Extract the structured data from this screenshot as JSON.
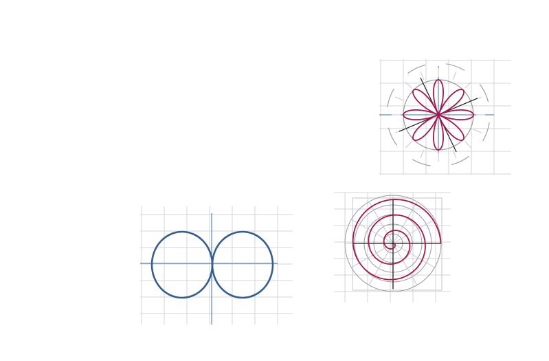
{
  "colors": {
    "background": "#ffffff",
    "grid": "#d6d6d6",
    "axis_blue": "#3d6fa6",
    "axis_black": "#1a1a1a",
    "rose_curve": "#a8154b",
    "circle_gray": "#9a9a9a",
    "lemniscate_curve": "#345d90",
    "spiral_curve": "#a8154b"
  },
  "figures": [
    {
      "id": "rose",
      "shape": "eight-petal rose inside circle with polar ticks"
    },
    {
      "id": "double-circle",
      "shape": "two tangent circles on cartesian grid"
    },
    {
      "id": "spiral",
      "shape": "archimedean spiral on polar grid"
    }
  ]
}
